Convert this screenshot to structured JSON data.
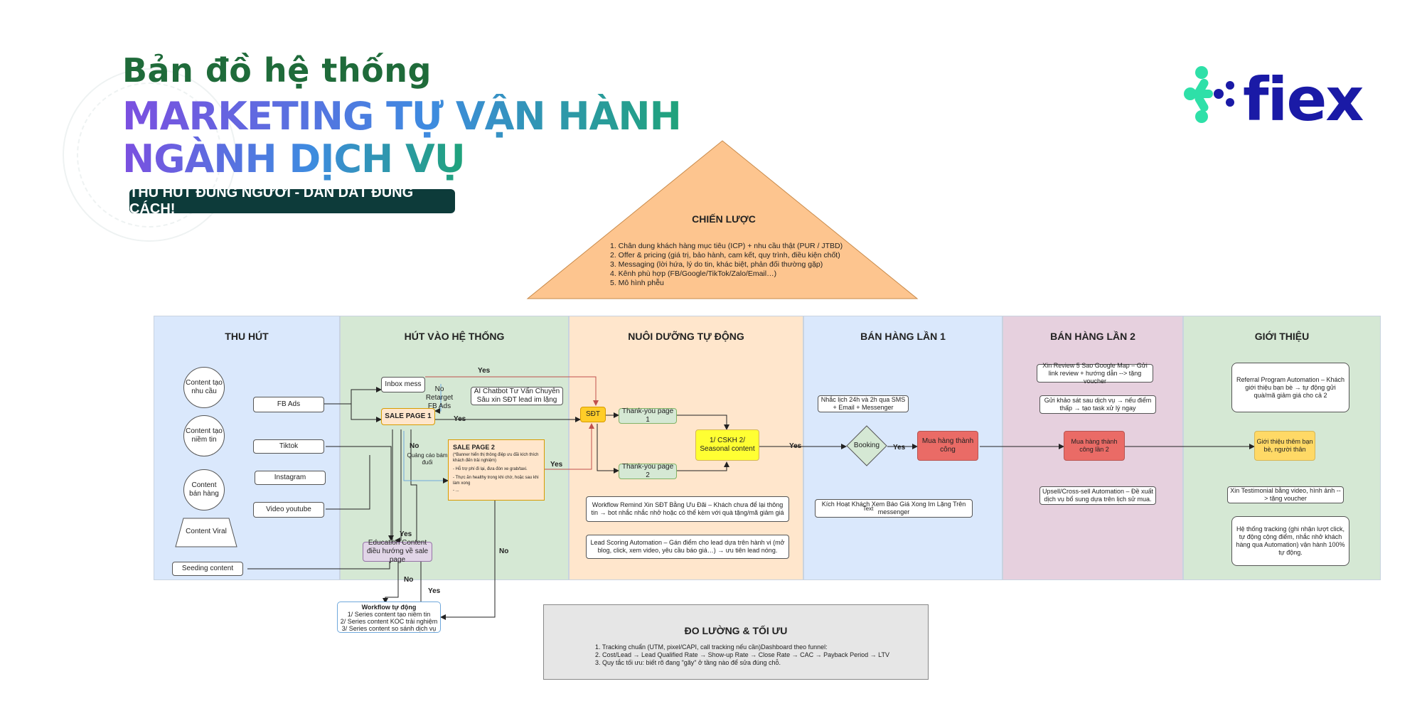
{
  "header": {
    "title_line1": "Bản đồ hệ thống",
    "title_line2": "MARKETING TỰ VẬN HÀNH",
    "title_line3": "NGÀNH DỊCH VỤ",
    "tagline": "THU HÚT ĐÚNG NGƯỜI - DẪN DẮT ĐÚNG CÁCH!"
  },
  "logo": {
    "text": "fiex",
    "color": "#1a1aa6",
    "accent": "#2ee0a8"
  },
  "strategy": {
    "title": "CHIẾN LƯỢC",
    "items": [
      "1. Chân dung khách hàng mục tiêu (ICP) + nhu cầu thật (PUR / JTBD)",
      "2. Offer & pricing (giá trị, bảo hành, cam kết, quy trình, điều kiện chốt)",
      "3. Messaging (lời hứa, lý do tin, khác biệt, phản đối thường gặp)",
      "4. Kênh phù hợp (FB/Google/TikTok/Zalo/Email…)",
      "5. Mô hình phễu"
    ]
  },
  "lanes": [
    {
      "title": "THU HÚT",
      "color": "#dae8fc"
    },
    {
      "title": "HÚT VÀO HỆ THỐNG",
      "color": "#d5e8d4"
    },
    {
      "title": "NUÔI DƯỠNG TỰ ĐỘNG",
      "color": "#ffe6cc"
    },
    {
      "title": "BÁN HÀNG LẦN 1",
      "color": "#dae8fc"
    },
    {
      "title": "BÁN HÀNG LẦN 2",
      "color": "#e6d0de"
    },
    {
      "title": "GIỚI THIỆU",
      "color": "#d5e8d4"
    }
  ],
  "thu_hut": {
    "circles": [
      "Content tạo nhu cầu",
      "Content tạo niềm tin",
      "Content bán hàng"
    ],
    "trapezoid": "Content Viral",
    "seeding": "Seeding content",
    "channels": [
      "FB Ads",
      "Tiktok",
      "Instagram",
      "Video youtube"
    ]
  },
  "hut_vao": {
    "inbox": "Inbox mess",
    "no_retarget": "No Retarget FB Ads",
    "chatbot": "AI Chatbot Tư Vấn Chuyên Sâu xin SĐT lead im lặng",
    "sale_page_1": "SALE PAGE 1",
    "sale_page_2_title": "SALE PAGE 2",
    "sale_page_2_lines": [
      "(*Banner hiển thị thông điệp ưu đãi kích thích khách đến trải nghiệm)",
      "- Hỗ trợ phí đi lại, đưa đón xe grab/taxi.",
      "- Thực ăn healthy trong khi chờ, hoặc sau khi làm xong",
      "- ..."
    ],
    "quang_cao": "Quảng cáo bám đuổi",
    "education": "Education Content điều hướng về sale page",
    "workflow_title": "Workflow tự động",
    "workflow_items": [
      "1/ Series content tạo niềm tin",
      "2/ Series content KOC trải nghiệm",
      "3/ Series content so sánh dịch vụ"
    ]
  },
  "nuoi_duong": {
    "sdt": "SĐT",
    "thank1": "Thank-you page 1",
    "thank2": "Thank-you page 2",
    "cskh": "1/ CSKH 2/ Seasonal content",
    "remind": "Workflow Remind Xin SĐT Bằng Ưu Đãi – Khách chưa để lại thông tin → bot nhắc nhắc nhở hoặc có thể kèm với quà tặng/mã giảm giá",
    "lead_scoring": "Lead Scoring Automation – Gán điểm cho lead dựa trên hành vi (mở blog, click, xem video, yêu cầu báo giá…) → ưu tiên lead nóng."
  },
  "ban_hang_1": {
    "reminder": "Nhắc lịch 24h và 2h qua SMS + Email + Messenger",
    "booking": "Booking",
    "success": "Mua hàng thành công",
    "activate": "Kích Hoạt Khách Xem Báo Giá Xong Im Lặng Trên messenger",
    "activate_overlay": "Text"
  },
  "ban_hang_2": {
    "review": "Xin Review 5 Sao Google Map – Gửi link review + hướng dẫn --> tặng voucher",
    "survey": "Gửi khảo sát sau dịch vụ → nếu điểm thấp → tạo task xử lý ngay",
    "success2": "Mua hàng thành công lần 2",
    "upsell": "Upsell/Cross-sell Automation – Đề xuất dịch vụ bổ sung dựa trên lịch sử mua."
  },
  "gioi_thieu": {
    "referral": "Referral Program Automation – Khách giới thiệu bạn bè → tự động gửi quà/mã giảm giá cho cả 2",
    "invite": "Giới thiệu thêm bạn bè, người thân",
    "testimonial": "Xin Testimonial bằng video, hình ảnh --> tặng voucher",
    "tracking": "Hệ thống tracking (ghi nhận lượt click, tự động cộng điểm, nhắc nhở khách hàng qua Automation) vận hành 100% tự động."
  },
  "labels": {
    "yes": "Yes",
    "no": "No"
  },
  "measure": {
    "title": "ĐO LƯỜNG & TỐI ƯU",
    "items": [
      "1. Tracking chuẩn (UTM, pixel/CAPI, call tracking nếu cần)Dashboard theo funnel:",
      "2. Cost/Lead → Lead Qualified Rate → Show-up Rate → Close Rate → CAC → Payback Period → LTV",
      "3. Quy tắc tối ưu: biết rõ đang \"gãy\" ở tầng nào để sửa đúng chỗ."
    ]
  }
}
